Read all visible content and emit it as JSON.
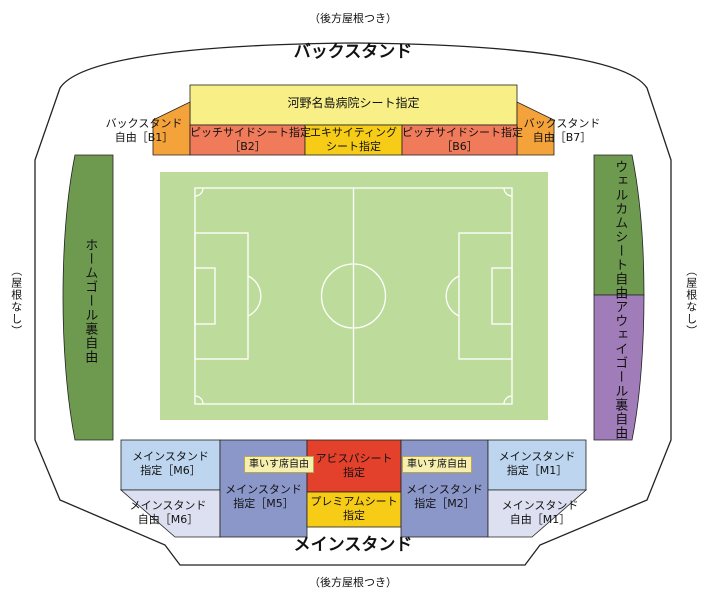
{
  "notes": {
    "top_roof": "（後方屋根つき）",
    "bottom_roof": "（後方屋根つき）",
    "left_no_roof": "（屋根なし）",
    "right_no_roof": "（屋根なし）"
  },
  "stands": {
    "back_title": "バックスタンド",
    "main_title": "メインスタンド"
  },
  "sections": {
    "kawano_seat": "河野名島病院シート指定",
    "back_b1": [
      "バックスタンド",
      "自由［B1］"
    ],
    "back_b7": [
      "バックスタンド",
      "自由［B7］"
    ],
    "pitchside_b2": [
      "ピッチサイドシート指定",
      "［B2］"
    ],
    "exciting": [
      "エキサイティング",
      "シート指定"
    ],
    "pitchside_b6": [
      "ピッチサイドシート指定",
      "［B6］"
    ],
    "home_goal": "ホームゴール裏自由",
    "welcome_seat": "ウェルカムシート自由",
    "away_goal": "アウェイゴール裏自由",
    "main_m6_reserved": [
      "メインスタンド",
      "指定［M6］"
    ],
    "main_m6_free": [
      "メインスタンド",
      "自由［M6］"
    ],
    "main_m5": [
      "メインスタンド",
      "指定［M5］"
    ],
    "wheelchair_left": "車いす席自由",
    "abispa_seat": [
      "アビスパシート",
      "指定"
    ],
    "premium_seat": [
      "プレミアムシート",
      "指定"
    ],
    "wheelchair_right": "車いす席自由",
    "main_m2": [
      "メインスタンド",
      "指定［M2］"
    ],
    "main_m1_reserved": [
      "メインスタンド",
      "指定［M1］"
    ],
    "main_m1_free": [
      "メインスタンド",
      "自由［M1］"
    ]
  },
  "colors": {
    "yellow_light": "#f8f087",
    "orange": "#f4a23a",
    "salmon": "#ef7b5a",
    "gold": "#f6cc17",
    "home_green": "#6e9a50",
    "welcome_green": "#6e9a50",
    "away_purple": "#a07cb8",
    "light_blue": "#bdd5ee",
    "periwinkle": "#8b97c9",
    "red": "#e4412d",
    "lavender": "#dde0f0",
    "pitch": "#bddc9b"
  }
}
